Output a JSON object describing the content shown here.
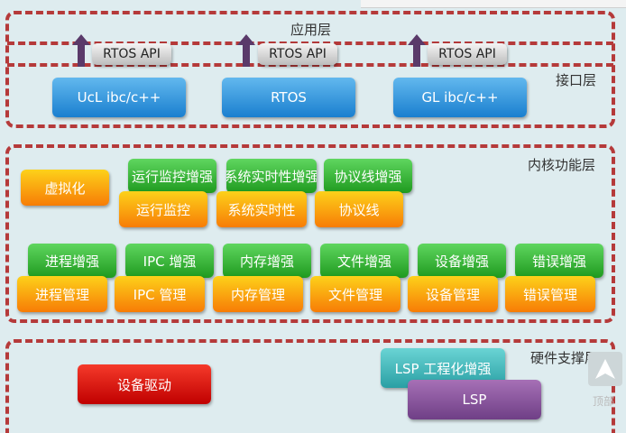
{
  "layers": {
    "app": "应用层",
    "interface": "接口层",
    "kernel": "内核功能层",
    "hardware": "硬件支撑层"
  },
  "api_labels": [
    "RTOS API",
    "RTOS API",
    "RTOS API"
  ],
  "interface_boxes": [
    "UcL ibc/c++",
    "RTOS",
    "GL ibc/c++"
  ],
  "kernel": {
    "virtualization": "虚拟化",
    "top_enhance": [
      "运行监控增强",
      "系统实时性增强",
      "协议线增强"
    ],
    "top_base": [
      "运行监控",
      "系统实时性",
      "协议线"
    ],
    "bottom_enhance": [
      "进程增强",
      "IPC 增强",
      "内存增强",
      "文件增强",
      "设备增强",
      "错误增强"
    ],
    "bottom_base": [
      "进程管理",
      "IPC 管理",
      "内存管理",
      "文件管理",
      "设备管理",
      "错误管理"
    ]
  },
  "hardware": {
    "driver": "设备驱动",
    "lsp_enhance": "LSP 工程化增强",
    "lsp": "LSP"
  },
  "back_to_top": "顶部"
}
